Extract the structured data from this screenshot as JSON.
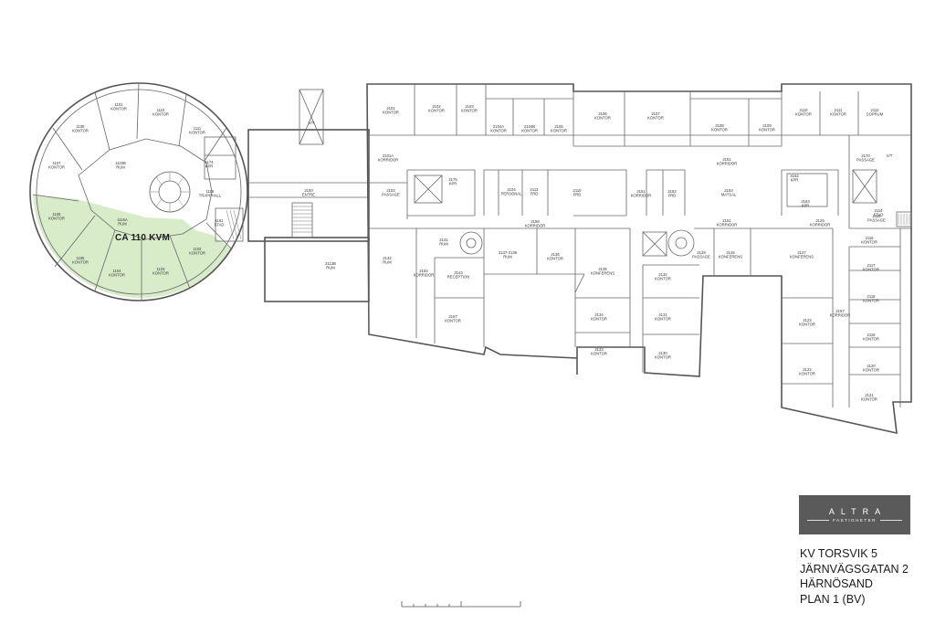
{
  "highlight": {
    "label": "CA 110 KVM",
    "color": "#d9ecc9"
  },
  "rooms": [
    {
      "id": "r1",
      "num": "1101",
      "name": "KONTOR"
    },
    {
      "id": "r2",
      "num": "1108",
      "name": "KONTOR"
    },
    {
      "id": "r3",
      "num": "1110",
      "name": "KONTOR"
    },
    {
      "id": "r4",
      "num": "1111",
      "name": "KONTOR"
    },
    {
      "id": "r5",
      "num": "1107",
      "name": "KONTOR"
    },
    {
      "id": "r6",
      "num": "1115B",
      "name": "RUM"
    },
    {
      "id": "r7",
      "num": "1106",
      "name": "KONTOR"
    },
    {
      "id": "r8",
      "num": "1115A",
      "name": "RUM"
    },
    {
      "id": "r9",
      "num": "1105",
      "name": "KONTOR"
    },
    {
      "id": "r10",
      "num": "1104",
      "name": "KONTOR"
    },
    {
      "id": "r11",
      "num": "1103",
      "name": "KONTOR"
    },
    {
      "id": "r12",
      "num": "1102",
      "name": "KONTOR"
    },
    {
      "id": "r13",
      "num": "1116",
      "name": "TRAPPHALL"
    },
    {
      "id": "r14",
      "num": "1161",
      "name": "STAD"
    },
    {
      "id": "r15",
      "num": "1174",
      "name": "KPR"
    },
    {
      "id": "r16",
      "num": "2100",
      "name": "ENTRE"
    },
    {
      "id": "r17",
      "num": "2113B",
      "name": "RUM"
    },
    {
      "id": "r18",
      "num": "2101A",
      "name": "KORRIDOR"
    },
    {
      "id": "r19",
      "num": "2102",
      "name": "PASSAGE"
    },
    {
      "id": "r20",
      "num": "2104",
      "name": "PERSONAL"
    },
    {
      "id": "r21",
      "num": "2113",
      "name": "FRD"
    },
    {
      "id": "r22",
      "num": "2110",
      "name": "FRD"
    },
    {
      "id": "r23",
      "num": "2151",
      "name": "KORRIDOR"
    },
    {
      "id": "r24",
      "num": "2152",
      "name": "FRD"
    },
    {
      "id": "r25",
      "num": "2153",
      "name": "MATSAL"
    },
    {
      "id": "r26",
      "num": "2151",
      "name": "KORRIDOR"
    },
    {
      "id": "r27",
      "num": "2106",
      "name": "KONTOR"
    },
    {
      "id": "r28",
      "num": "2107",
      "name": "KONTOR"
    },
    {
      "id": "r29",
      "num": "2108",
      "name": "KONTOR"
    },
    {
      "id": "r30",
      "num": "2109",
      "name": "KONTOR"
    },
    {
      "id": "r31",
      "num": "2110",
      "name": "KONTOR"
    },
    {
      "id": "r32",
      "num": "2111",
      "name": "KONTOR"
    },
    {
      "id": "r33",
      "num": "2112",
      "name": "SOPRUM"
    },
    {
      "id": "r34",
      "num": "2116",
      "name": "KONTOR"
    },
    {
      "id": "r35",
      "num": "2117",
      "name": "KONTOR"
    },
    {
      "id": "r36",
      "num": "2118",
      "name": "KONTOR"
    },
    {
      "id": "r37",
      "num": "2119",
      "name": "KONTOR"
    },
    {
      "id": "r38",
      "num": "2120",
      "name": "KONTOR"
    },
    {
      "id": "r39",
      "num": "2121",
      "name": "KONTOR"
    },
    {
      "id": "r40",
      "num": "2122",
      "name": "KONTOR"
    },
    {
      "id": "r41",
      "num": "2123",
      "name": "KONTOR"
    },
    {
      "id": "r42",
      "num": "2127",
      "name": "KONFERENS"
    },
    {
      "id": "r43",
      "num": "2128",
      "name": "KONFERENS"
    },
    {
      "id": "r44",
      "num": "2129",
      "name": "PASSAGE"
    },
    {
      "id": "r45",
      "num": "2130",
      "name": "KONTOR"
    },
    {
      "id": "r46",
      "num": "2131",
      "name": "KONTOR"
    },
    {
      "id": "r47",
      "num": "2132",
      "name": "KONTOR"
    },
    {
      "id": "r48",
      "num": "2133",
      "name": "KONTOR"
    },
    {
      "id": "r49",
      "num": "2134",
      "name": "KONTOR"
    },
    {
      "id": "r50",
      "num": "2135",
      "name": "KONFERENS"
    },
    {
      "id": "r51",
      "num": "2136",
      "name": "KONTOR"
    },
    {
      "id": "r52",
      "num": "2137-2138",
      "name": "RUM"
    },
    {
      "id": "r53",
      "num": "2143",
      "name": "RECEPTION"
    },
    {
      "id": "r54",
      "num": "2141",
      "name": "RUM"
    },
    {
      "id": "r55",
      "num": "2142",
      "name": "RUM"
    },
    {
      "id": "r56",
      "num": "2154",
      "name": "KORRIDOR"
    },
    {
      "id": "r57",
      "num": "2157",
      "name": "KONTOR"
    },
    {
      "id": "r58",
      "num": "2101",
      "name": "KONTOR"
    },
    {
      "id": "r59",
      "num": "2102",
      "name": "KONTOR"
    },
    {
      "id": "r60",
      "num": "2103",
      "name": "KONTOR"
    },
    {
      "id": "r61",
      "num": "2104A",
      "name": "KONTOR"
    },
    {
      "id": "r62",
      "num": "2104B",
      "name": "KONTOR"
    },
    {
      "id": "r63",
      "num": "2105",
      "name": "KONTOR"
    },
    {
      "id": "r64",
      "num": "2114",
      "name": "STAD"
    },
    {
      "id": "r65",
      "num": "2115",
      "name": "PASSAGE"
    },
    {
      "id": "r66",
      "num": "2170",
      "name": "PASSAGE"
    },
    {
      "id": "r67",
      "num": "2158",
      "name": "KORRIDOR"
    },
    {
      "id": "r68",
      "num": "2151",
      "name": "KORRIDOR"
    },
    {
      "id": "r69",
      "num": "2126",
      "name": "KORRIDOR"
    },
    {
      "id": "r70",
      "num": "2157",
      "name": "KORRIDOR"
    },
    {
      "id": "r71",
      "num": "2162",
      "name": "KPR"
    },
    {
      "id": "r72",
      "num": "2163",
      "name": "KPR"
    },
    {
      "id": "r73",
      "num": "2175",
      "name": "KPR"
    }
  ],
  "vt_labels": [
    "V/T",
    "V/T"
  ],
  "logo": {
    "main": "ALTRA",
    "sub": "FASTIGHETER"
  },
  "address": {
    "line1": "KV TORSVIK 5",
    "line2": "JÄRNVÄGSGATAN 2",
    "line3": "HÄRNÖSAND",
    "line4": "PLAN 1 (BV)"
  }
}
